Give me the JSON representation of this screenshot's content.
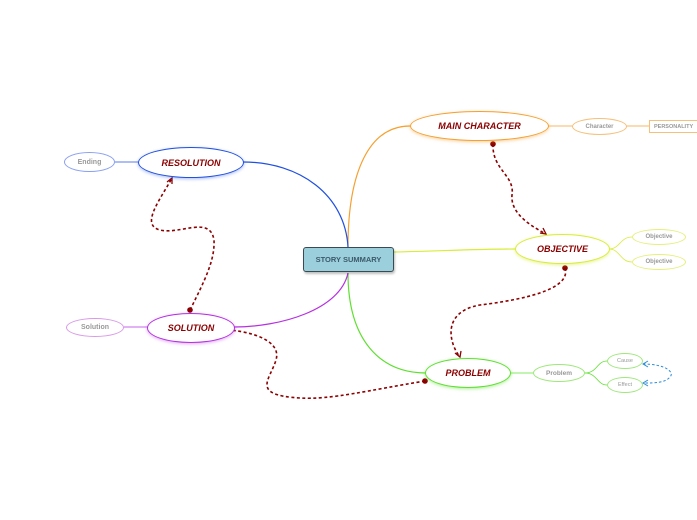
{
  "center": {
    "label": "STORY SUMMARY"
  },
  "main_character": {
    "label": "MAIN CHARACTER",
    "child": "Character",
    "grandchild": "PERSONALITY"
  },
  "objective": {
    "label": "OBJECTIVE",
    "children": [
      "Objective",
      "Objective"
    ]
  },
  "problem": {
    "label": "PROBLEM",
    "child": "Problem",
    "children": [
      "Cause",
      "Effect"
    ]
  },
  "solution": {
    "label": "SOLUTION",
    "child": "Solution"
  },
  "resolution": {
    "label": "RESOLUTION",
    "child": "Ending"
  },
  "colors": {
    "center_fill": "#9ccfdc",
    "center_border": "#3b4a52",
    "main_character": "#f5a030",
    "objective": "#d8ec3a",
    "problem": "#5ee030",
    "solution": "#b530e0",
    "resolution": "#2050e0",
    "relation": "#8b0000",
    "cause_effect": "#2a8ad8",
    "node_text": "#8b0000"
  }
}
